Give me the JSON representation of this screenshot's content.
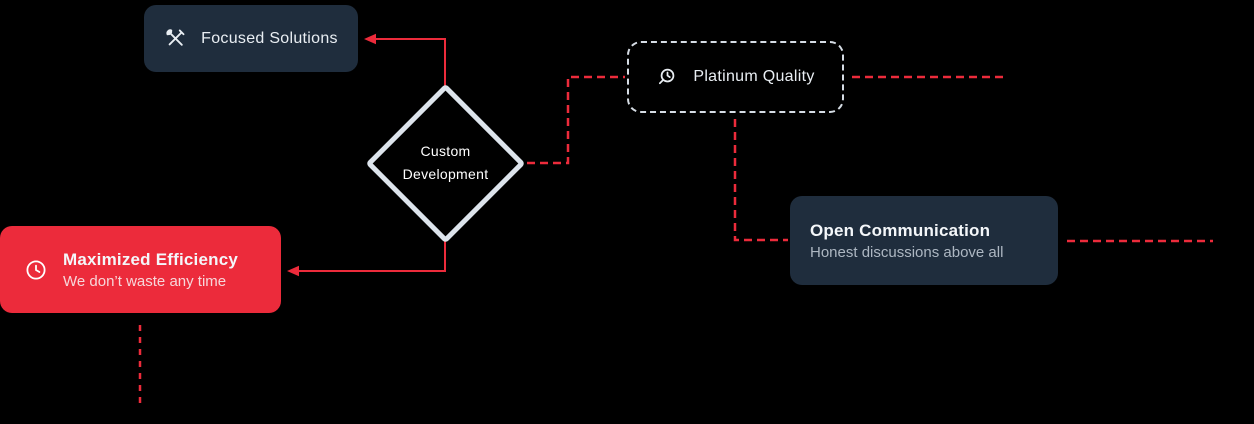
{
  "colors": {
    "background": "#000000",
    "accent_red": "#ec2b3b",
    "panel_navy": "#1f2d3d",
    "diamond_border": "#dde4ec",
    "dashed_border": "#d6dde5",
    "title_text": "#eef2f6",
    "muted_text_navy": "#adb7c2",
    "muted_text_red": "#f6d7da"
  },
  "nodes": {
    "focused_solutions": {
      "label": "Focused Solutions",
      "icon": "tools-icon"
    },
    "custom_development": {
      "line1": "Custom",
      "line2": "Development"
    },
    "platinum_quality": {
      "label": "Platinum Quality",
      "icon": "magnifier-clock-icon"
    },
    "open_communication": {
      "title": "Open Communication",
      "subtitle": "Honest discussions above all"
    },
    "maximized_efficiency": {
      "title": "Maximized Efficiency",
      "subtitle": "We don’t waste any time",
      "icon": "clock-icon"
    }
  }
}
